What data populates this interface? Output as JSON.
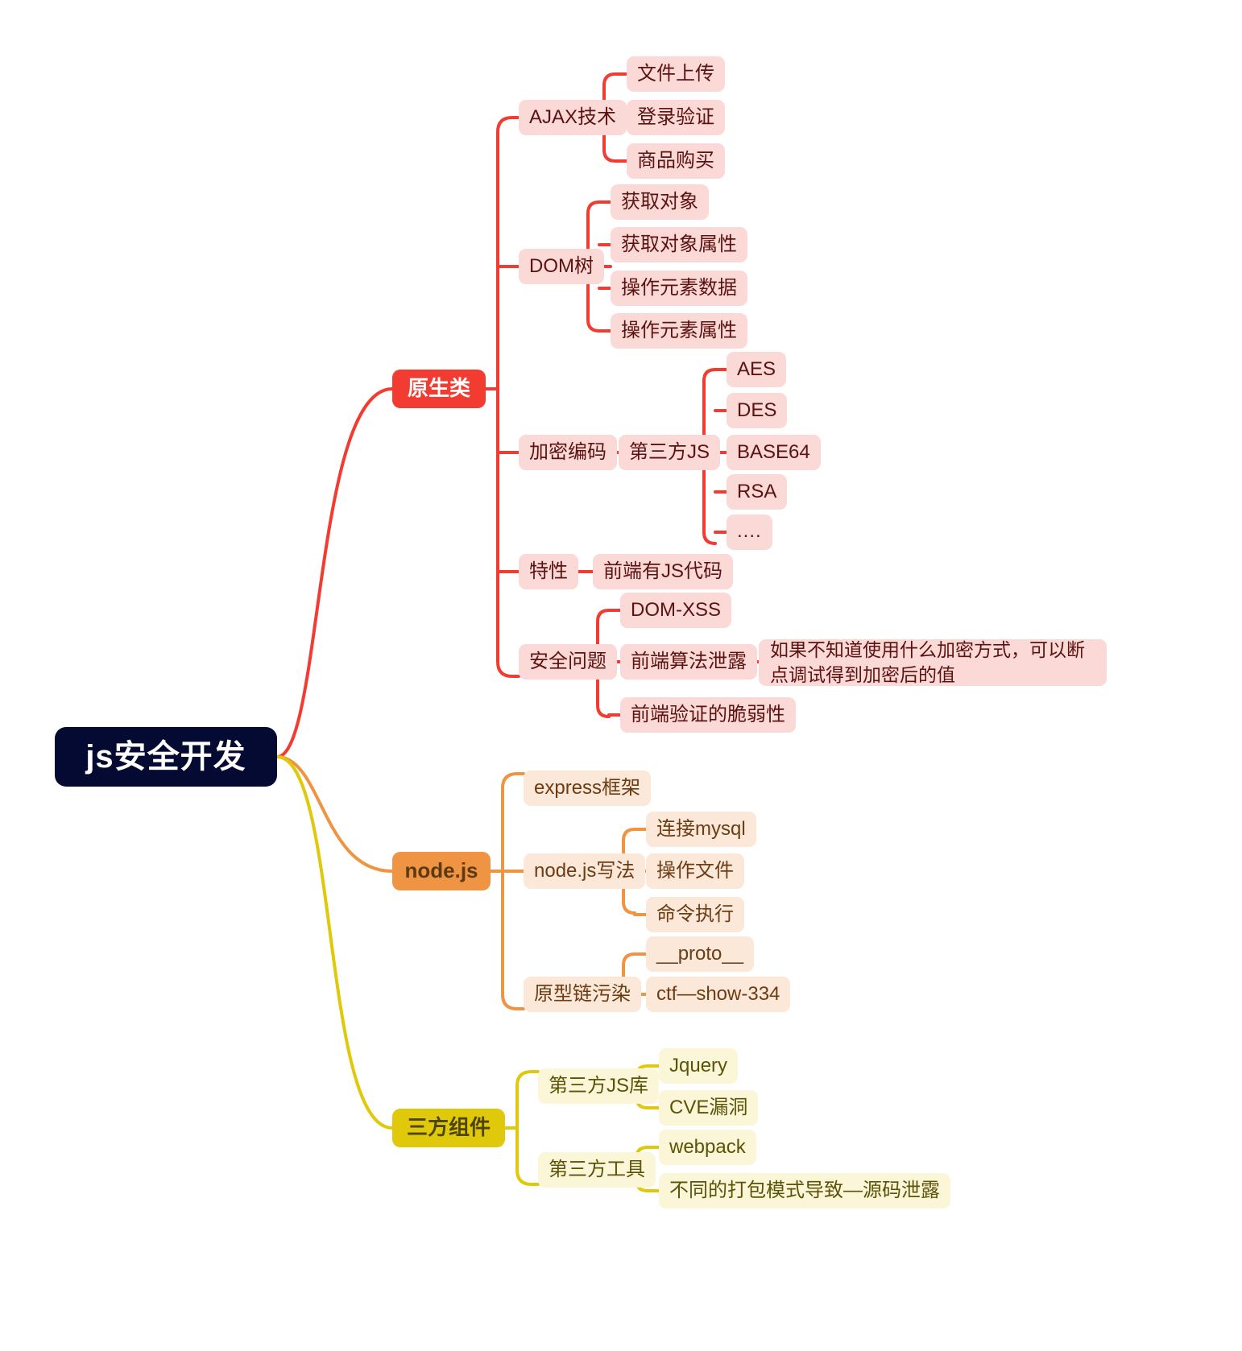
{
  "title": "js安全开发",
  "colors": {
    "root_bg": "#050a32",
    "root_text": "#ffffff",
    "branch_red": "#f23c32",
    "branch_orange": "#ef9442",
    "branch_yellow": "#dfc90a",
    "leaf_red_bg": "#fbd9d6",
    "leaf_orange_bg": "#fbe8d8",
    "leaf_yellow_bg": "#fbf6d8",
    "leaf_red_text": "#5c1210",
    "leaf_orange_text": "#6d3c13",
    "leaf_yellow_text": "#5c5208",
    "background": "#ffffff"
  },
  "branches": [
    {
      "label": "原生类",
      "color": "#f23c32",
      "children": [
        {
          "label": "AJAX技术",
          "children": [
            {
              "label": "文件上传"
            },
            {
              "label": "登录验证"
            },
            {
              "label": "商品购买"
            }
          ]
        },
        {
          "label": "DOM树",
          "children": [
            {
              "label": "获取对象"
            },
            {
              "label": "获取对象属性"
            },
            {
              "label": "操作元素数据"
            },
            {
              "label": "操作元素属性"
            }
          ]
        },
        {
          "label": "加密编码",
          "children": [
            {
              "label": "第三方JS",
              "children": [
                {
                  "label": "AES"
                },
                {
                  "label": "DES"
                },
                {
                  "label": "BASE64"
                },
                {
                  "label": "RSA"
                },
                {
                  "label": "...."
                }
              ]
            }
          ]
        },
        {
          "label": "特性",
          "children": [
            {
              "label": "前端有JS代码"
            }
          ]
        },
        {
          "label": "安全问题",
          "children": [
            {
              "label": "DOM-XSS"
            },
            {
              "label": "前端算法泄露",
              "children": [
                {
                  "label": "如果不知道使用什么加密方式，可以断点调试得到加密后的值"
                }
              ]
            },
            {
              "label": "前端验证的脆弱性"
            }
          ]
        }
      ]
    },
    {
      "label": "node.js",
      "color": "#ef9442",
      "children": [
        {
          "label": "express框架"
        },
        {
          "label": "node.js写法",
          "children": [
            {
              "label": "连接mysql"
            },
            {
              "label": "操作文件"
            },
            {
              "label": "命令执行"
            }
          ]
        },
        {
          "label": "原型链污染",
          "children": [
            {
              "label": "__proto__"
            },
            {
              "label": "ctf—show-334"
            }
          ]
        }
      ]
    },
    {
      "label": "三方组件",
      "color": "#dfc90a",
      "children": [
        {
          "label": "第三方JS库",
          "children": [
            {
              "label": "Jquery"
            },
            {
              "label": "CVE漏洞"
            }
          ]
        },
        {
          "label": "第三方工具",
          "children": [
            {
              "label": "webpack"
            },
            {
              "label": "不同的打包模式导致—源码泄露"
            }
          ]
        }
      ]
    }
  ]
}
